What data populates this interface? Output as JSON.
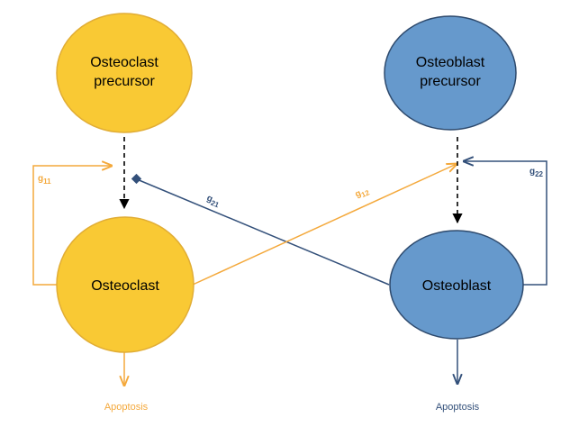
{
  "nodes": {
    "osteoclast_precursor": {
      "line1": "Osteoclast",
      "line2": "precursor"
    },
    "osteoblast_precursor": {
      "line1": "Osteoblast",
      "line2": "precursor"
    },
    "osteoclast": {
      "label": "Osteoclast"
    },
    "osteoblast": {
      "label": "Osteoblast"
    }
  },
  "edges": {
    "g11": {
      "base": "g",
      "sub": "11"
    },
    "g12": {
      "base": "g",
      "sub": "12"
    },
    "g21": {
      "base": "g",
      "sub": "21"
    },
    "g22": {
      "base": "g",
      "sub": "22"
    }
  },
  "outputs": {
    "osteoclast_apoptosis": "Apoptosis",
    "osteoblast_apoptosis": "Apoptosis"
  },
  "colors": {
    "osteoclast_fill": "#f9c934",
    "osteoclast_stroke": "#e1ad35",
    "osteoblast_fill": "#6699cc",
    "osteoblast_stroke": "#2e4a6d",
    "osteoclast_edge": "#f4a93c",
    "osteoblast_edge": "#33507a",
    "differentiation": "#000000"
  }
}
